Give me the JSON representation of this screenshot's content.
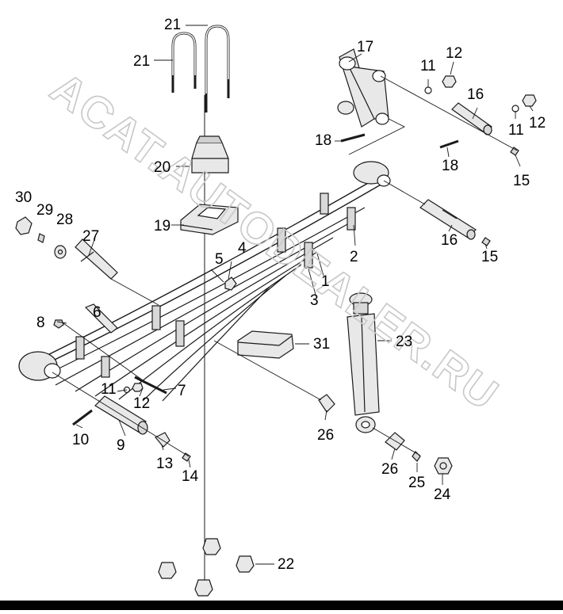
{
  "diagram": {
    "watermark_text": "ACAT.AUTODEALER.RU",
    "colors": {
      "line": "#1a1a1a",
      "part_fill": "#e8e8e8",
      "part_shade": "#b8b8b8",
      "watermark": "#cfcfcf"
    },
    "callouts": [
      {
        "id": "c21a",
        "label": "21"
      },
      {
        "id": "c21b",
        "label": "21"
      },
      {
        "id": "c20",
        "label": "20"
      },
      {
        "id": "c19",
        "label": "19"
      },
      {
        "id": "c30",
        "label": "30"
      },
      {
        "id": "c29",
        "label": "29"
      },
      {
        "id": "c28",
        "label": "28"
      },
      {
        "id": "c27",
        "label": "27"
      },
      {
        "id": "c5",
        "label": "5"
      },
      {
        "id": "c4",
        "label": "4"
      },
      {
        "id": "c8",
        "label": "8"
      },
      {
        "id": "c6",
        "label": "6"
      },
      {
        "id": "c7",
        "label": "7"
      },
      {
        "id": "c11a",
        "label": "11"
      },
      {
        "id": "c12a",
        "label": "12"
      },
      {
        "id": "c10",
        "label": "10"
      },
      {
        "id": "c9",
        "label": "9"
      },
      {
        "id": "c13",
        "label": "13"
      },
      {
        "id": "c14",
        "label": "14"
      },
      {
        "id": "c17",
        "label": "17"
      },
      {
        "id": "c11b",
        "label": "11"
      },
      {
        "id": "c12b",
        "label": "12"
      },
      {
        "id": "c16a",
        "label": "16"
      },
      {
        "id": "c11c",
        "label": "11"
      },
      {
        "id": "c12c",
        "label": "12"
      },
      {
        "id": "c18a",
        "label": "18"
      },
      {
        "id": "c18b",
        "label": "18"
      },
      {
        "id": "c15a",
        "label": "15"
      },
      {
        "id": "c2",
        "label": "2"
      },
      {
        "id": "c16b",
        "label": "16"
      },
      {
        "id": "c15b",
        "label": "15"
      },
      {
        "id": "c1",
        "label": "1"
      },
      {
        "id": "c3",
        "label": "3"
      },
      {
        "id": "c31",
        "label": "31"
      },
      {
        "id": "c23",
        "label": "23"
      },
      {
        "id": "c26a",
        "label": "26"
      },
      {
        "id": "c26b",
        "label": "26"
      },
      {
        "id": "c25",
        "label": "25"
      },
      {
        "id": "c24",
        "label": "24"
      },
      {
        "id": "c22",
        "label": "22"
      }
    ]
  }
}
